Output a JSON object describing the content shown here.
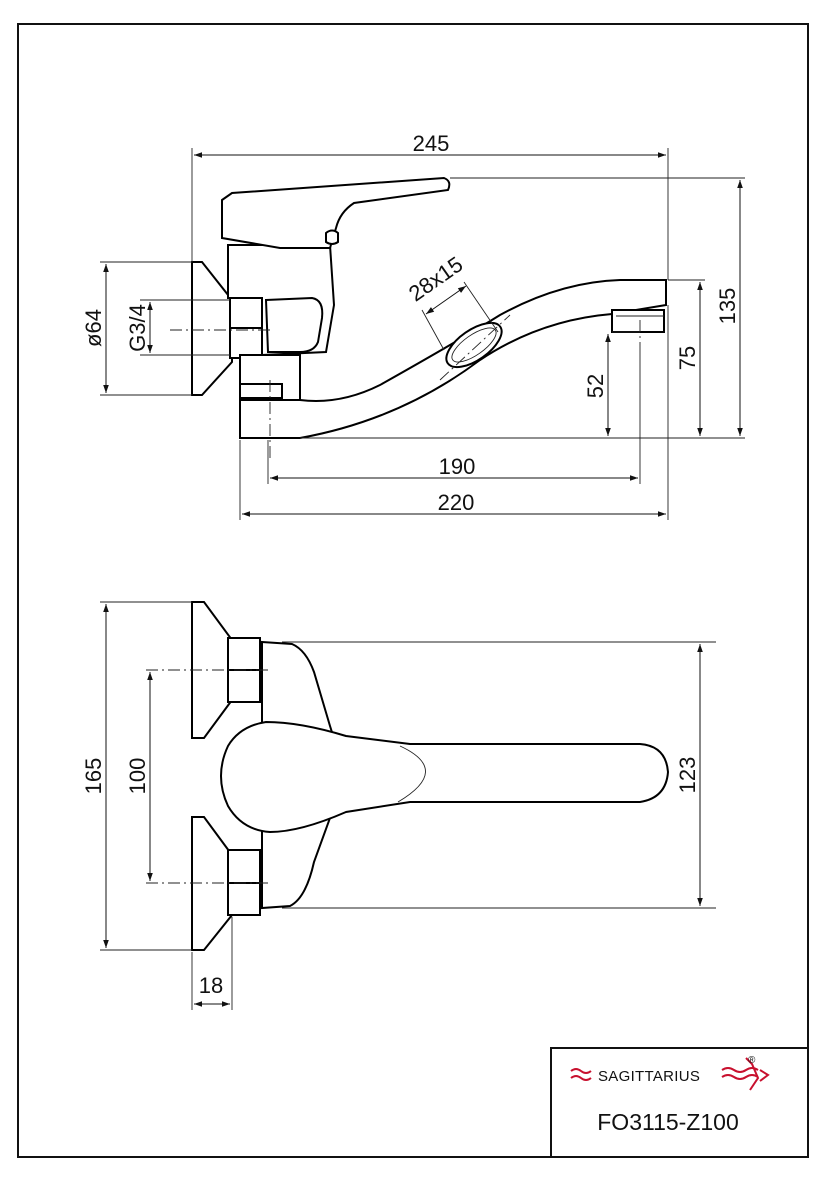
{
  "side_view": {
    "overall_length": "245",
    "height_total": "135",
    "height_outlet_top": "75",
    "height_outlet": "52",
    "outlet_offset": "190",
    "projection": "220",
    "flange_diameter": "ø64",
    "thread": "G3/4",
    "aerator_slot": "28x15"
  },
  "top_view": {
    "flange_span": "165",
    "centers": "100",
    "body_width": "123",
    "flange_depth": "18"
  },
  "title_block": {
    "brand": "SAGITTARIUS",
    "registered_mark": "®",
    "model_code": "FO3115-Z100"
  },
  "colors": {
    "line": "#111111",
    "logo_red": "#c8102e",
    "background": "#ffffff"
  }
}
